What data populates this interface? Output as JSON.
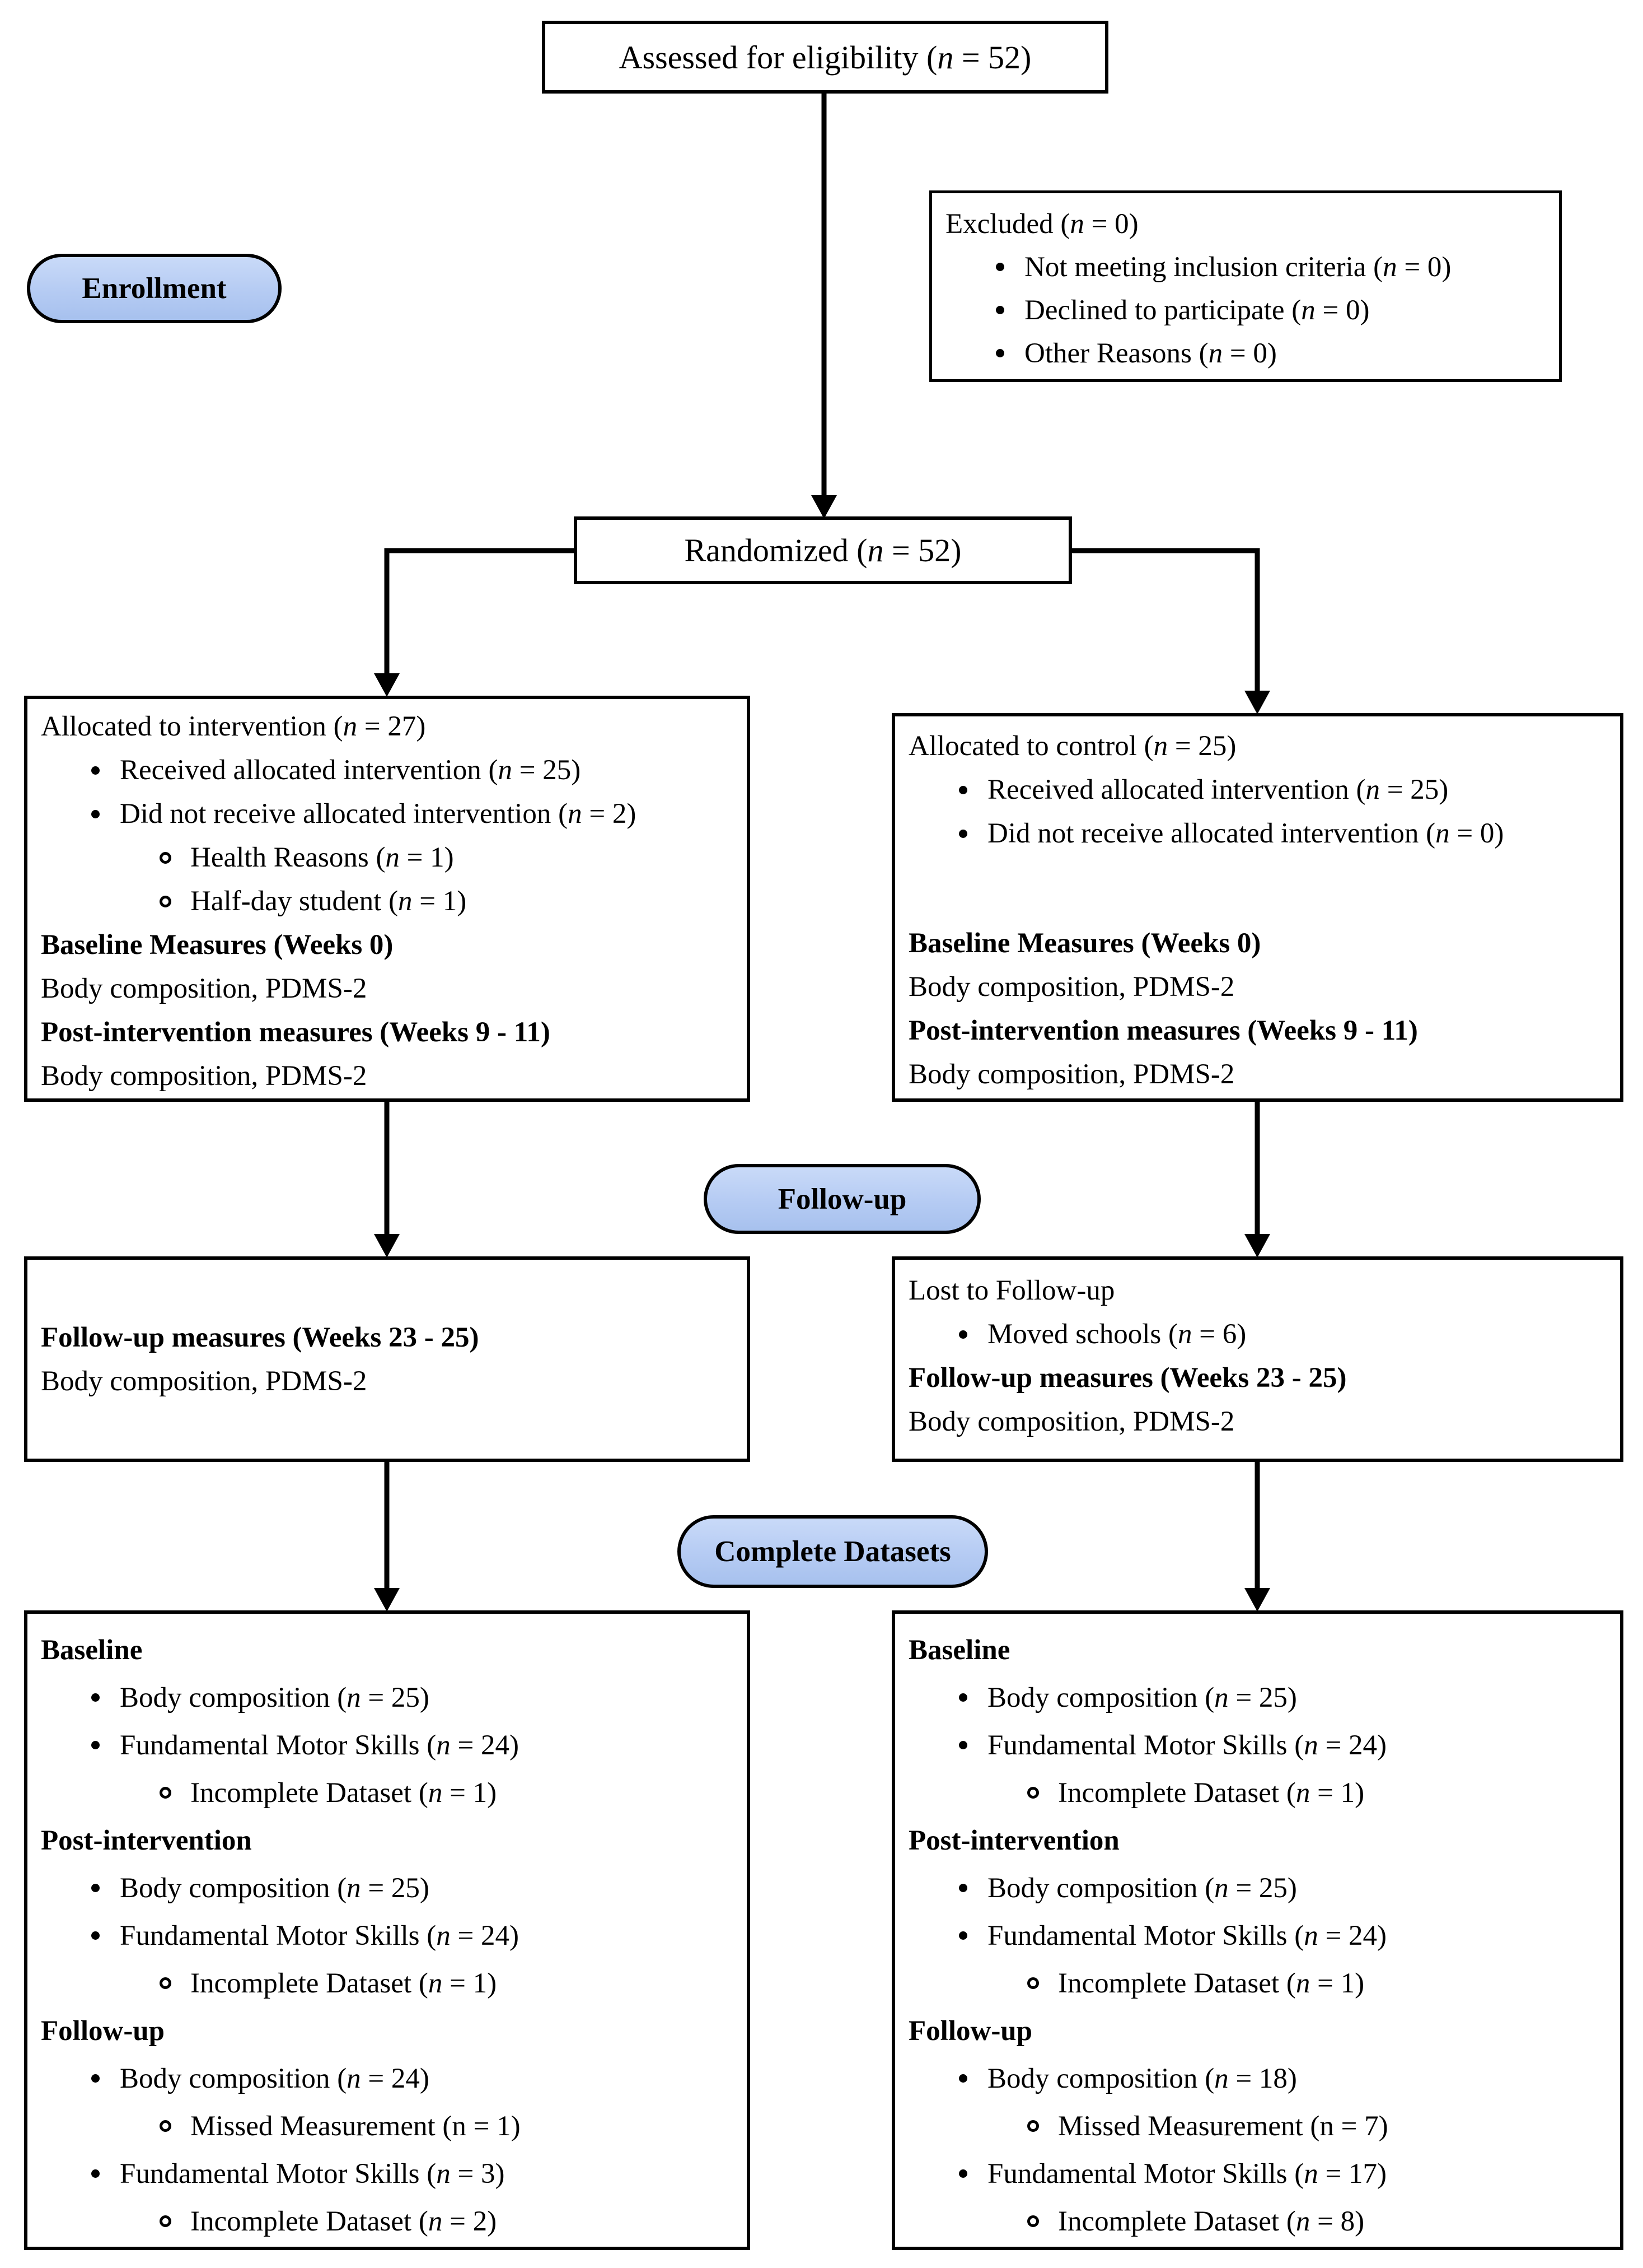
{
  "colors": {
    "badge_fill": "#b5cbf3",
    "badge_fill_light": "#c9daf8",
    "badge_fill_dark": "#a7c1ee",
    "border": "#000000",
    "text": "#000000",
    "background": "#ffffff"
  },
  "flow": {
    "assessed": {
      "lines": [
        {
          "style": "center",
          "text": "Assessed for eligibility",
          "n": "52"
        }
      ]
    },
    "badges": {
      "enrollment": "Enrollment",
      "followup": "Follow-up",
      "complete_datasets": "Complete Datasets"
    },
    "excluded": {
      "lines": [
        {
          "style": "plain",
          "text": "Excluded",
          "n": "0"
        },
        {
          "style": "bullet",
          "text": "Not meeting inclusion criteria",
          "n": "0"
        },
        {
          "style": "bullet",
          "text": "Declined to participate",
          "n": "0"
        },
        {
          "style": "bullet",
          "text": "Other Reasons",
          "n": "0"
        }
      ]
    },
    "randomized": {
      "lines": [
        {
          "style": "center",
          "text": "Randomized",
          "n": "52"
        }
      ]
    },
    "allocation_intervention": {
      "lines": [
        {
          "style": "plain",
          "text": "Allocated to intervention",
          "n": "27"
        },
        {
          "style": "bullet",
          "text": "Received allocated intervention",
          "n": "25"
        },
        {
          "style": "bullet",
          "text": "Did not receive allocated intervention",
          "n": "2"
        },
        {
          "style": "sub",
          "text": "Health Reasons",
          "n": "1"
        },
        {
          "style": "sub",
          "text": "Half-day student",
          "n": "1"
        },
        {
          "style": "bold",
          "text": "Baseline Measures (Weeks 0)"
        },
        {
          "style": "plain",
          "text": "Body composition, PDMS-2"
        },
        {
          "style": "bold",
          "text": "Post-intervention measures (Weeks 9 - 11)"
        },
        {
          "style": "plain",
          "text": "Body composition, PDMS-2"
        }
      ]
    },
    "allocation_control": {
      "lines": [
        {
          "style": "plain",
          "text": "Allocated to control",
          "n": "25"
        },
        {
          "style": "bullet",
          "text": "Received allocated intervention",
          "n": "25"
        },
        {
          "style": "bullet",
          "text": "Did not receive allocated intervention",
          "n": "0"
        },
        {
          "style": "spacer",
          "text": ""
        },
        {
          "style": "bold",
          "text": "Baseline Measures (Weeks 0)"
        },
        {
          "style": "plain",
          "text": "Body composition, PDMS-2"
        },
        {
          "style": "bold",
          "text": "Post-intervention measures (Weeks 9 - 11)"
        },
        {
          "style": "plain",
          "text": "Body composition, PDMS-2"
        }
      ]
    },
    "followup_intervention": {
      "lines": [
        {
          "style": "bold",
          "text": "Follow-up measures (Weeks 23 - 25)"
        },
        {
          "style": "plain",
          "text": "Body composition, PDMS-2"
        }
      ]
    },
    "followup_control": {
      "lines": [
        {
          "style": "plain",
          "text": "Lost to Follow-up"
        },
        {
          "style": "bullet",
          "text": "Moved schools",
          "n": "6"
        },
        {
          "style": "bold",
          "text": "Follow-up measures (Weeks 23 - 25)"
        },
        {
          "style": "plain",
          "text": "Body composition, PDMS-2"
        }
      ]
    },
    "datasets_intervention": {
      "lines": [
        {
          "style": "bold",
          "text": "Baseline"
        },
        {
          "style": "bullet",
          "text": "Body composition",
          "n": "25"
        },
        {
          "style": "bullet",
          "text": "Fundamental Motor Skills",
          "n": "24"
        },
        {
          "style": "sub",
          "text": "Incomplete Dataset",
          "n": "1"
        },
        {
          "style": "bold",
          "text": "Post-intervention"
        },
        {
          "style": "bullet",
          "text": "Body composition",
          "n": "25"
        },
        {
          "style": "bullet",
          "text": "Fundamental Motor Skills",
          "n": "24"
        },
        {
          "style": "sub",
          "text": "Incomplete Dataset",
          "n": "1"
        },
        {
          "style": "bold",
          "text": "Follow-up"
        },
        {
          "style": "bullet",
          "text": "Body composition",
          "n": "24"
        },
        {
          "style": "sub",
          "text": "Missed Measurement",
          "n": "1",
          "n_italic": false
        },
        {
          "style": "bullet",
          "text": "Fundamental Motor Skills",
          "n": "3"
        },
        {
          "style": "sub",
          "text": "Incomplete Dataset",
          "n": "2"
        }
      ]
    },
    "datasets_control": {
      "lines": [
        {
          "style": "bold",
          "text": "Baseline"
        },
        {
          "style": "bullet",
          "text": "Body composition",
          "n": "25"
        },
        {
          "style": "bullet",
          "text": "Fundamental Motor Skills",
          "n": "24"
        },
        {
          "style": "sub",
          "text": "Incomplete Dataset",
          "n": "1"
        },
        {
          "style": "bold",
          "text": "Post-intervention"
        },
        {
          "style": "bullet",
          "text": "Body composition",
          "n": "25"
        },
        {
          "style": "bullet",
          "text": "Fundamental Motor Skills",
          "n": "24"
        },
        {
          "style": "sub",
          "text": "Incomplete Dataset",
          "n": "1"
        },
        {
          "style": "bold",
          "text": "Follow-up"
        },
        {
          "style": "bullet",
          "text": "Body composition",
          "n": "18"
        },
        {
          "style": "sub",
          "text": "Missed Measurement",
          "n": "7",
          "n_italic": false
        },
        {
          "style": "bullet",
          "text": "Fundamental Motor Skills",
          "n": "17"
        },
        {
          "style": "sub",
          "text": "Incomplete Dataset",
          "n": "8"
        }
      ]
    }
  }
}
